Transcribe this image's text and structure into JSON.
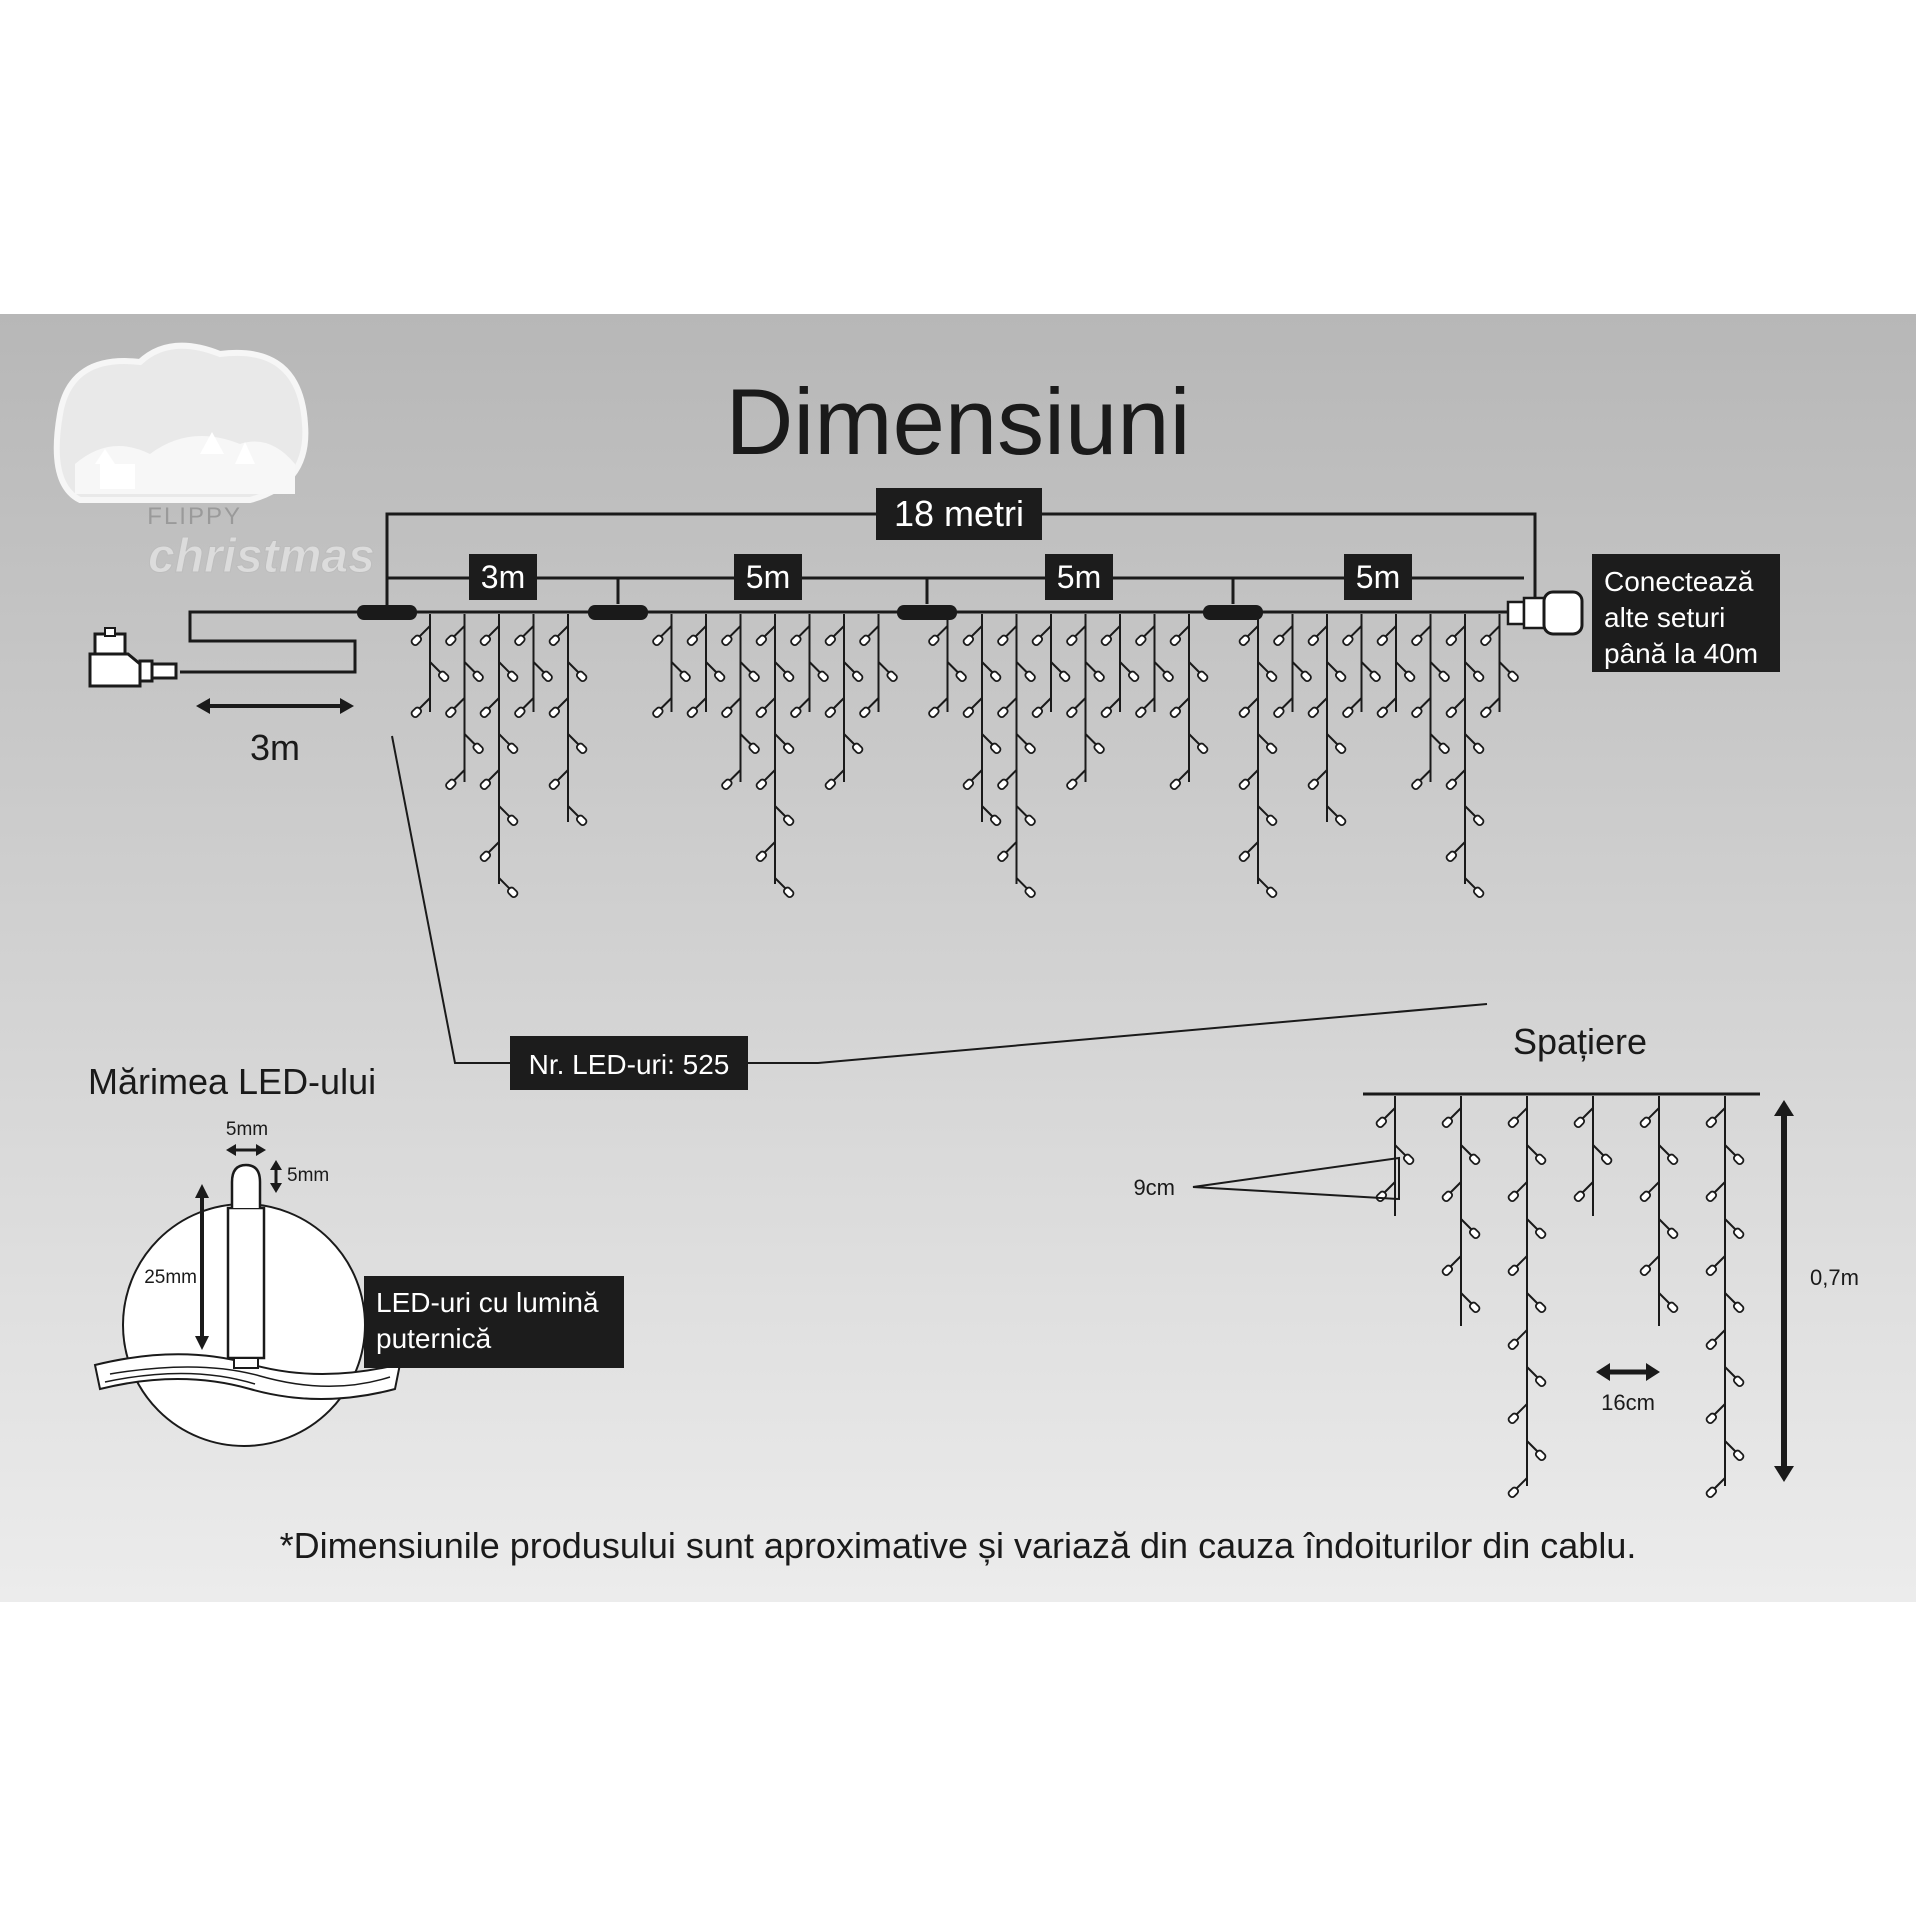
{
  "title": "Dimensiuni",
  "logo": {
    "brand": "FLIPPY",
    "tagline": "christmas"
  },
  "total_length": "18 metri",
  "segments": [
    "3m",
    "5m",
    "5m",
    "5m"
  ],
  "lead_cable": "3m",
  "connect_note": [
    "Conectează",
    "alte seturi",
    "până la 40m"
  ],
  "led_count": "Nr. LED-uri: 525",
  "led_size": {
    "heading": "Mărimea LED-ului",
    "width": "5mm",
    "cap": "5mm",
    "height": "25mm",
    "note": [
      "LED-uri cu lumină",
      "puternică"
    ]
  },
  "spacing": {
    "heading": "Spațiere",
    "vertical": "9cm",
    "horizontal": "16cm",
    "drop": "0,7m"
  },
  "footnote": "*Dimensiunile produsului sunt aproximative și variază din cauza îndoiturilor din cablu.",
  "colors": {
    "panel_top": "#b7b7b7",
    "panel_bottom": "#ececec",
    "label_bg": "#1c1c1c",
    "line": "#1a1a1a"
  }
}
